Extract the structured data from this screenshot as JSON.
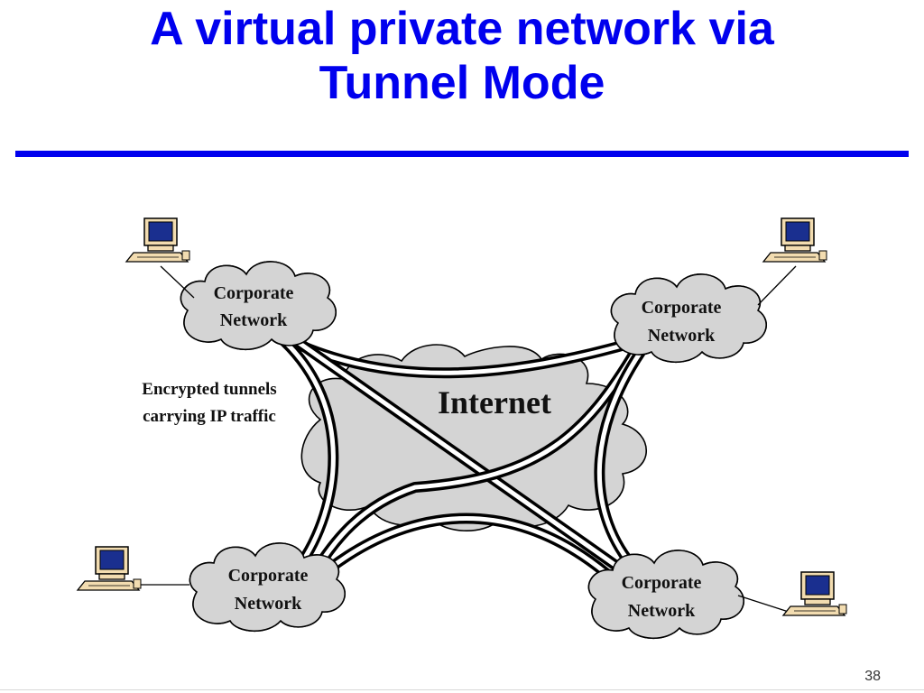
{
  "slide": {
    "title_line1": "A virtual private network via",
    "title_line2": "Tunnel Mode",
    "page_number": "38"
  },
  "diagram": {
    "internet_label": "Internet",
    "corporate_top_left": [
      "Corporate",
      "Network"
    ],
    "corporate_top_right": [
      "Corporate",
      "Network"
    ],
    "corporate_bottom_left": [
      "Corporate",
      "Network"
    ],
    "corporate_bottom_right": [
      "Corporate",
      "Network"
    ],
    "tunnel_annotation": [
      "Encrypted tunnels",
      "carrying IP traffic"
    ]
  },
  "colors": {
    "title": "#0000ee",
    "cloud_fill": "#d4d4d4",
    "monitor_screen": "#1a2f8f",
    "computer_body": "#f2dcb0"
  },
  "icons": [
    "computer-icon",
    "cloud-icon"
  ]
}
